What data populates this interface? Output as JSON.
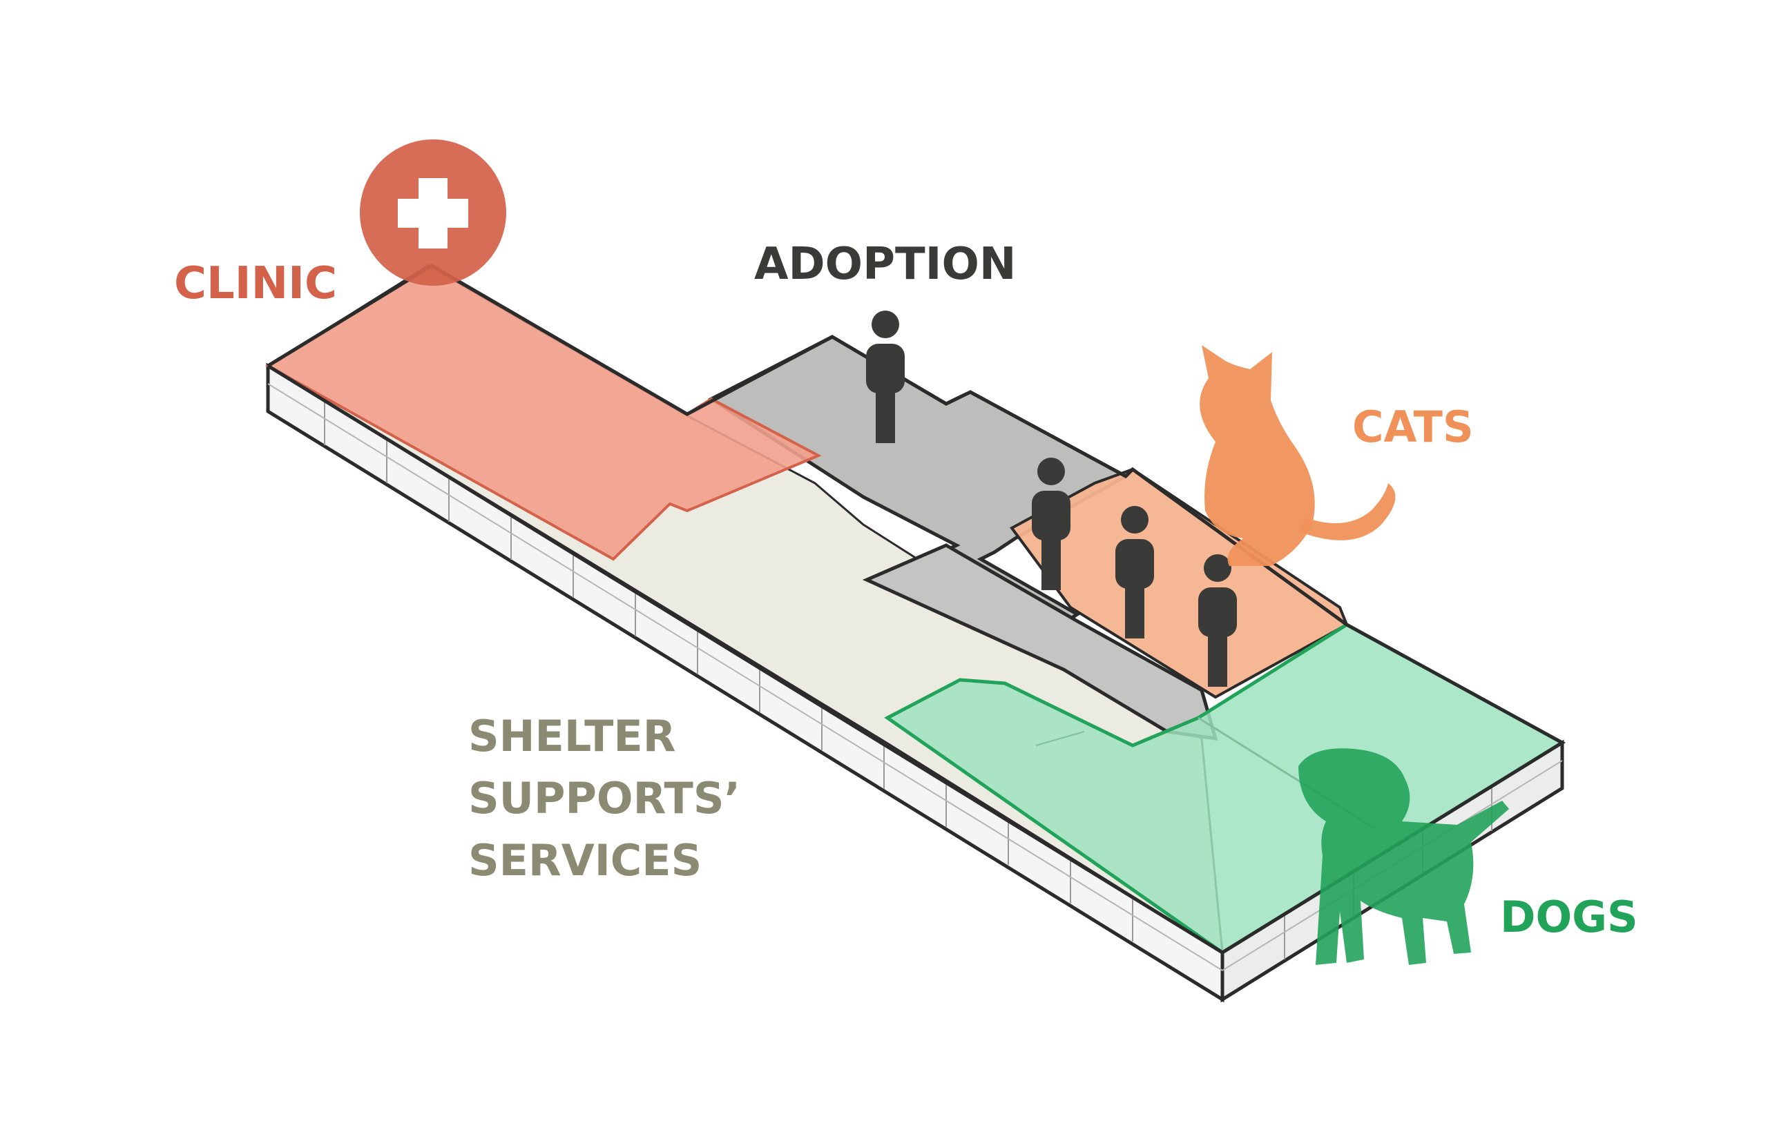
{
  "labels": {
    "clinic": "CLINIC",
    "adoption": "ADOPTION",
    "cats": "CATS",
    "dogs": "DOGS",
    "shelter_line1": "SHELTER",
    "shelter_line2": "SUPPORTS’",
    "shelter_line3": "SERVICES"
  },
  "icons": {
    "clinic": "medical-cross-icon",
    "adoption": "person-icon",
    "cats": "cat-icon",
    "dogs": "dog-icon"
  },
  "colors": {
    "clinic": "#d4624a",
    "clinic_fill": "#f2a08c",
    "adoption": "#3a3a38",
    "adoption_fill": "#bdbdbb",
    "cats": "#f0915a",
    "cats_fill": "#f6b48e",
    "dogs": "#22a35a",
    "dogs_fill": "#9fe3c0",
    "shelter": "#8a8b72",
    "shelter_fill": "#e7e7dc",
    "outline": "#2b2b2b",
    "wall": "#f4f4f4"
  }
}
